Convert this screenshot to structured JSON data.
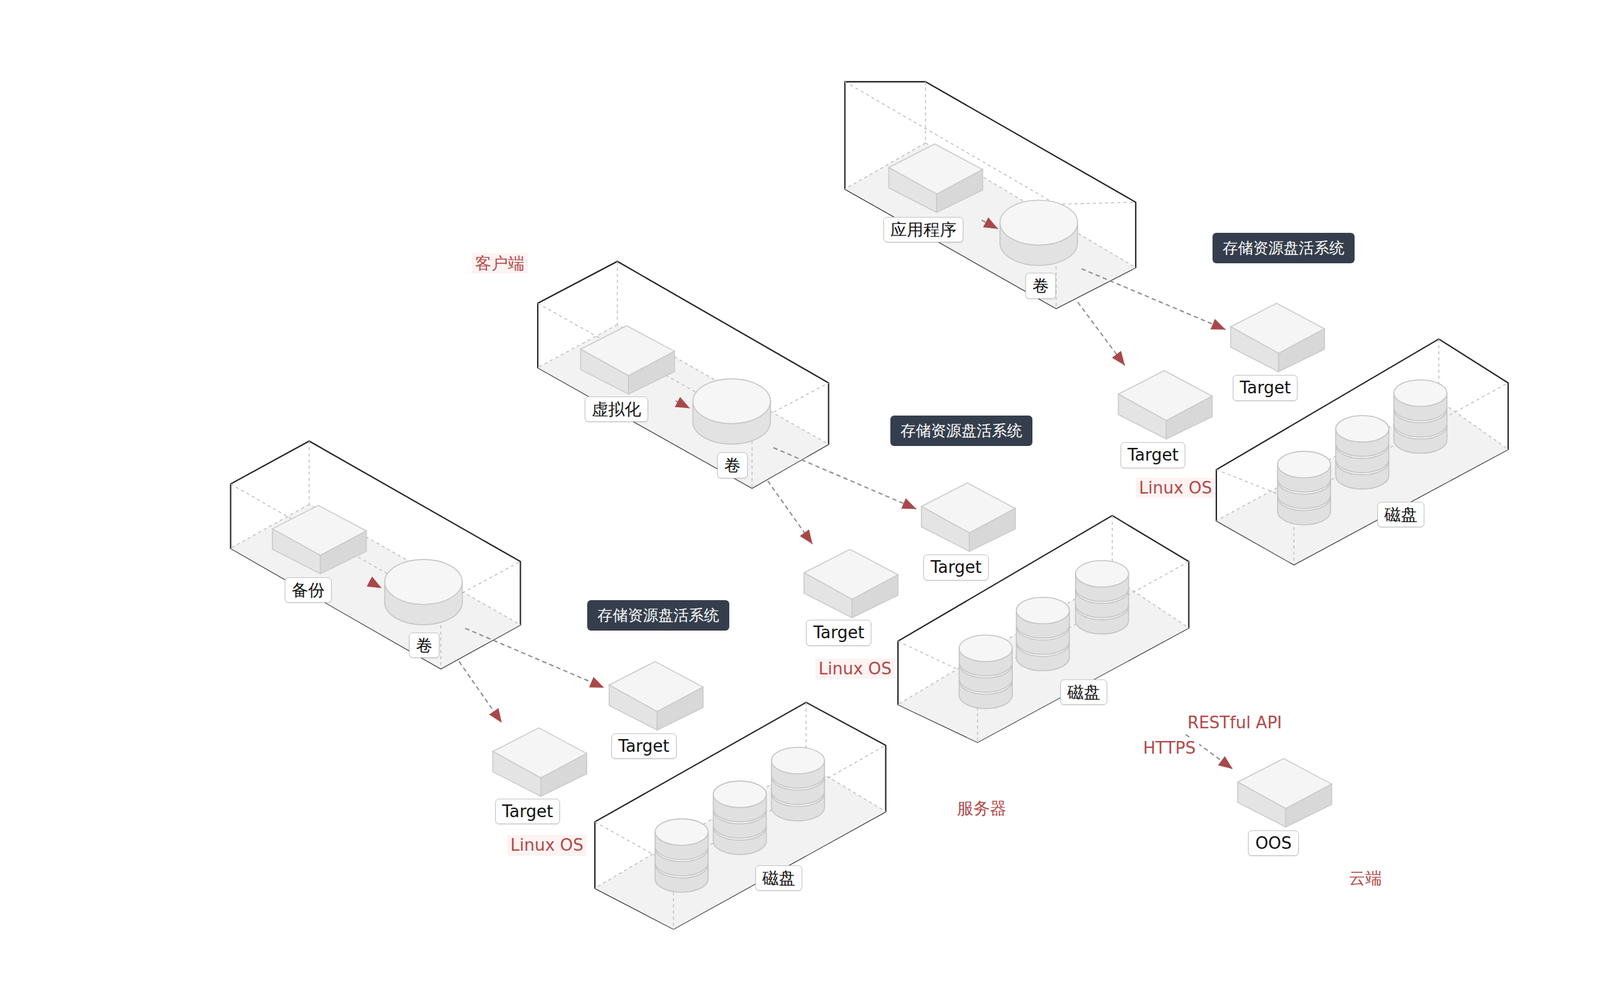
{
  "diagram": {
    "nodes": [
      {
        "text": [
          "客户端"
        ]
      },
      {
        "text": [
          "应用程序"
        ],
        "in": 0
      },
      {
        "text": [
          "卷"
        ],
        "in": 0
      },
      {
        "text": [
          "虚拟化"
        ],
        "in": 0
      },
      {
        "text": [
          "卷"
        ],
        "in": 0
      },
      {
        "text": [
          "备份"
        ],
        "in": 0
      },
      {
        "text": [
          "卷"
        ],
        "in": 0
      },
      {
        "text": [
          "存储资源盘活系统",
          "Linux OS"
        ]
      },
      {
        "text": [
          "Target"
        ],
        "in": 7
      },
      {
        "text": [
          "Target"
        ],
        "in": 7
      },
      {
        "text": [
          "磁盘"
        ],
        "in": 7
      },
      {
        "text": [
          "存储资源盘活系统",
          "Linux OS"
        ]
      },
      {
        "text": [
          "Target"
        ],
        "in": 11
      },
      {
        "text": [
          "Target"
        ],
        "in": 11
      },
      {
        "text": [
          "磁盘"
        ],
        "in": 11
      },
      {
        "text": [
          "存储资源盘活系统",
          "Linux OS"
        ]
      },
      {
        "text": [
          "Target"
        ],
        "in": 15
      },
      {
        "text": [
          "Target"
        ],
        "in": 15
      },
      {
        "text": [
          "磁盘"
        ],
        "in": 15
      },
      {
        "text": [
          "云端"
        ]
      },
      {
        "text": [
          "OOS"
        ],
        "in": 19
      }
    ],
    "edges": [
      {
        "from": 1,
        "to": 2,
        "arrow": "to"
      },
      {
        "from": 3,
        "to": 4,
        "arrow": "to"
      },
      {
        "from": 5,
        "to": 6,
        "arrow": "to"
      },
      {
        "from": 2,
        "to": 8,
        "arrow": "to"
      },
      {
        "from": 2,
        "to": 9,
        "arrow": "to"
      },
      {
        "from": 4,
        "to": 12,
        "arrow": "to"
      },
      {
        "from": 4,
        "to": 13,
        "arrow": "to"
      },
      {
        "from": 6,
        "to": 16,
        "arrow": "to"
      },
      {
        "from": 6,
        "to": 17,
        "arrow": "to"
      },
      {
        "from": 14,
        "to": 20,
        "label": "RESTful API",
        "arrow": "to"
      }
    ],
    "labels": [
      "HTTPS",
      "服务器"
    ]
  }
}
